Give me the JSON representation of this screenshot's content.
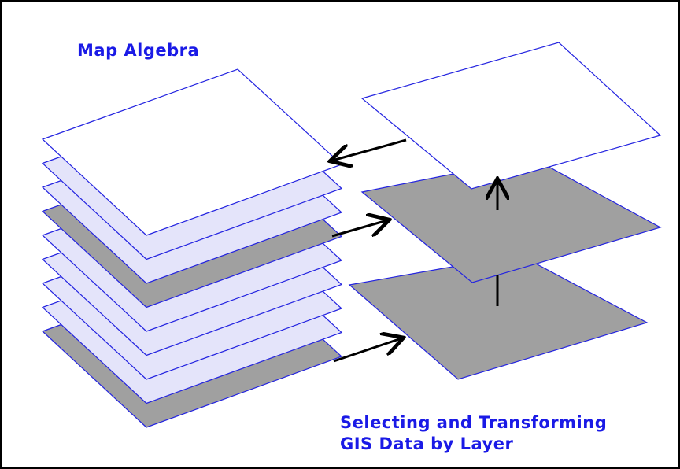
{
  "title": "Map Algebra",
  "caption": {
    "line1": "Selecting and Transforming",
    "line2": "GIS Data by Layer"
  },
  "colors": {
    "outline": "#2424e0",
    "text": "#1a1ae6",
    "layer_white": "#ffffff",
    "layer_light": "#e4e4fa",
    "layer_gray": "#a0a0a0",
    "arrow": "#000000"
  },
  "left_stack": {
    "layers": [
      "gray",
      "light",
      "light",
      "light",
      "light",
      "gray",
      "light",
      "light",
      "white"
    ]
  },
  "right_stack": {
    "layers": [
      "gray",
      "gray",
      "white"
    ]
  },
  "arrows": [
    {
      "name": "arrow-to-stack",
      "description": "from top right layer to left stack"
    },
    {
      "name": "arrow-to-middle-layer",
      "description": "from left stack to middle right layer"
    },
    {
      "name": "arrow-to-bottom-layer",
      "description": "from left stack to bottom right layer"
    },
    {
      "name": "arrow-up-bottom-to-middle",
      "description": "bottom right layer up to middle"
    },
    {
      "name": "arrow-up-middle-to-top",
      "description": "middle right layer up to top"
    }
  ]
}
